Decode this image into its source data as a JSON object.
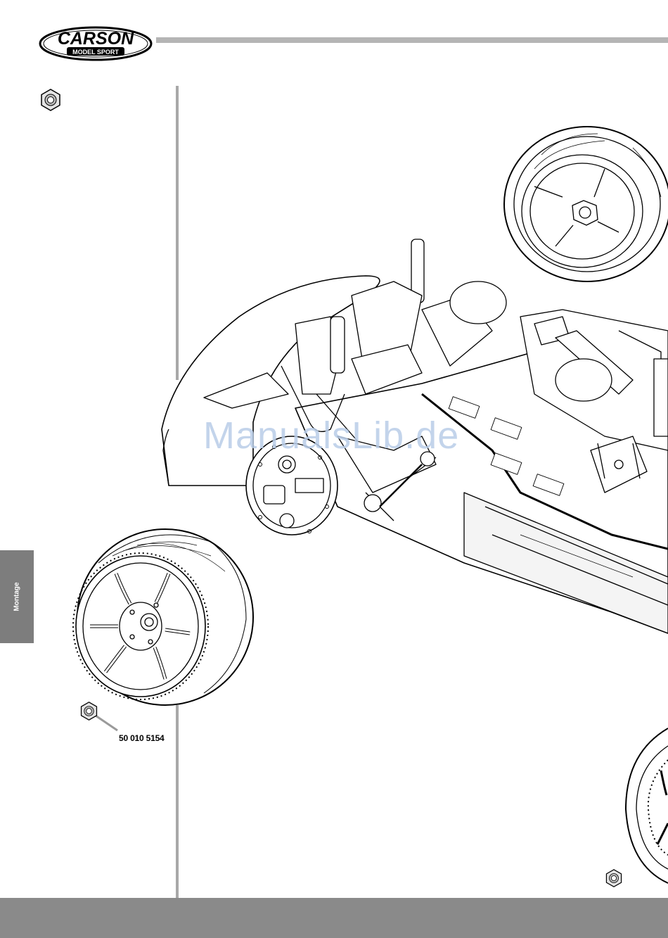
{
  "brand": {
    "name": "CARSON",
    "tagline": "MODEL SPORT"
  },
  "side_tab": {
    "label": "Montage"
  },
  "part_number": "50 010 5154",
  "watermark": "ManualsLib.de",
  "icons": {
    "nut": "hex-nut-icon",
    "wheel": "wheel-illustration",
    "chassis": "rc-car-chassis-illustration"
  },
  "colors": {
    "header_rule": "#b5b5b5",
    "side_tab": "#7d7d7d",
    "footer": "#8a8a8a",
    "watermark": "#b9cde8"
  }
}
